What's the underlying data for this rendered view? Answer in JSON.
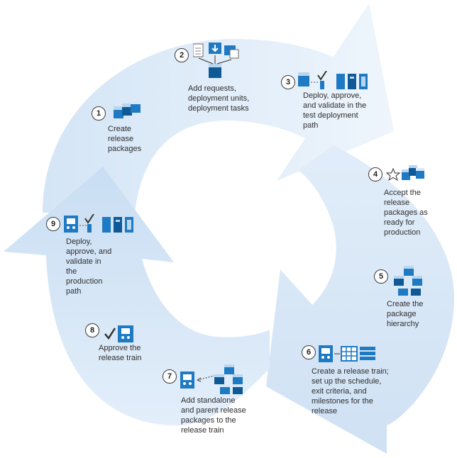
{
  "colors": {
    "arrow_light": "#e6f0fa",
    "arrow_mid": "#cfe2f5",
    "icon_blue": "#1f7ac4",
    "icon_dark": "#0f5a96",
    "icon_light": "#b8d7ef"
  },
  "steps": [
    {
      "number": "1",
      "text": "Create\nrelease\npackages",
      "icons": [
        "package-stack-icon"
      ]
    },
    {
      "number": "2",
      "text": "Add requests,\ndeployment units,\ndeployment tasks",
      "icons": [
        "document-icon",
        "download-icon",
        "package-icon"
      ]
    },
    {
      "number": "3",
      "text": "Deploy, approve,\nand validate in the\ntest deployment\npath",
      "icons": [
        "package-icon",
        "checkmark-icon",
        "server-icon"
      ]
    },
    {
      "number": "4",
      "text": "Accept the\nrelease\npackages as\nready for\nproduction",
      "icons": [
        "star-icon",
        "package-stack-icon"
      ]
    },
    {
      "number": "5",
      "text": "Create the\npackage\nhierarchy",
      "icons": [
        "package-hierarchy-icon"
      ]
    },
    {
      "number": "6",
      "text": "Create a release train;\nset up the schedule,\nexit criteria, and\nmilestones for the\nrelease",
      "icons": [
        "train-icon",
        "calendar-icon",
        "list-icon"
      ]
    },
    {
      "number": "7",
      "text": "Add standalone\nand parent release\npackages  to the\nrelease train",
      "icons": [
        "train-icon",
        "package-hierarchy-icon"
      ]
    },
    {
      "number": "8",
      "text": "Approve the\nrelease train",
      "icons": [
        "checkmark-icon",
        "train-icon"
      ]
    },
    {
      "number": "9",
      "text": "Deploy,\napprove, and\nvalidate in\nthe\nproduction\npath",
      "icons": [
        "train-icon",
        "checkmark-icon",
        "server-icon"
      ]
    }
  ]
}
